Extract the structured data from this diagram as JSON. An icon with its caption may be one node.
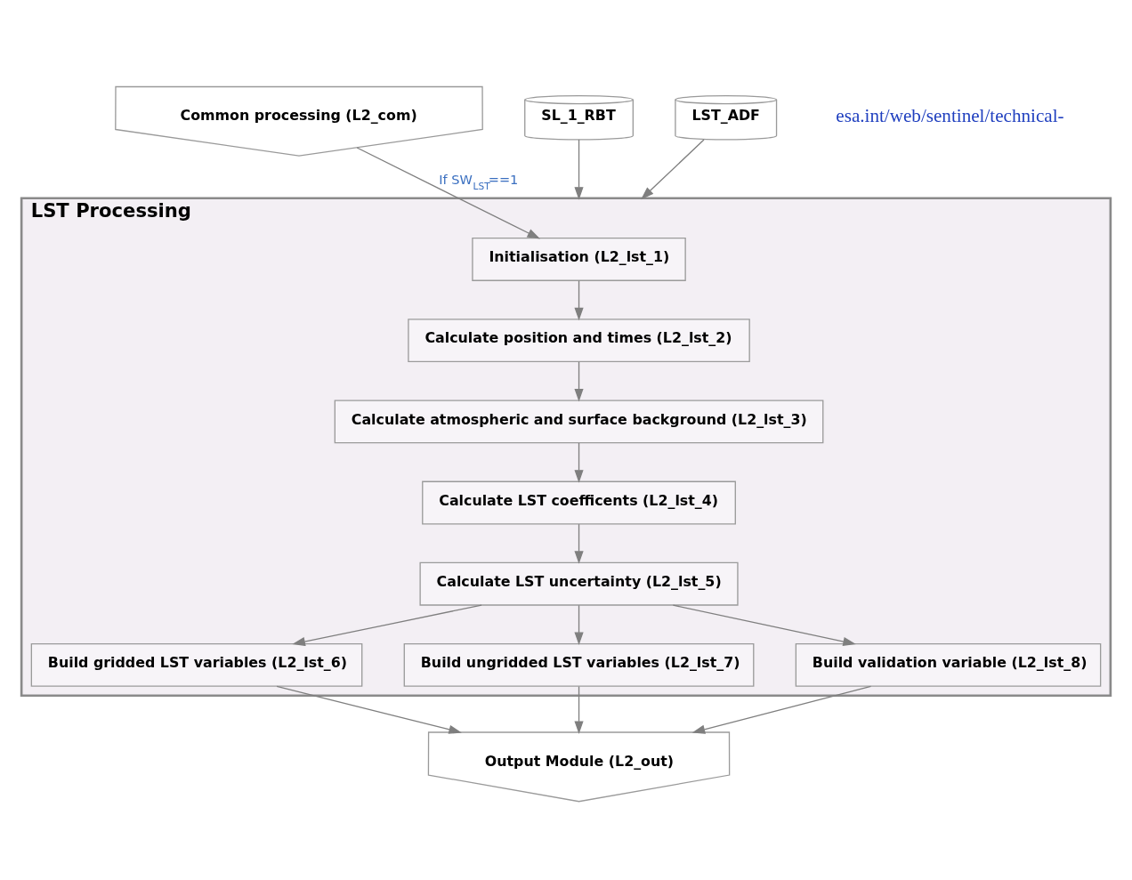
{
  "diagram": {
    "nodes": [
      {
        "text": [
          "Common processing (L2_com)"
        ]
      },
      {
        "text": [
          "LST Processing"
        ]
      },
      {
        "text": [
          "Initialisation (L2_lst_1)"
        ],
        "in": 1
      },
      {
        "text": [
          "Calculate position and times (L2_lst_2)"
        ],
        "in": 1
      },
      {
        "text": [
          "Calculate atmospheric and surface background (L2_lst_3)"
        ],
        "in": 1
      },
      {
        "text": [
          "Calculate LST coefficents (L2_lst_4)"
        ],
        "in": 1
      },
      {
        "text": [
          "Calculate LST uncertainty (L2_lst_5)"
        ],
        "in": 1
      },
      {
        "text": [
          "Build gridded LST variables (L2_lst_6)"
        ],
        "in": 1
      },
      {
        "text": [
          "Build ungridded LST variables (L2_lst_7)"
        ],
        "in": 1
      },
      {
        "text": [
          "Build validation variable (L2_lst_8)"
        ],
        "in": 1
      },
      {
        "text": [
          "Output Module (L2_out)"
        ]
      },
      {
        "text": [
          "SL_1_RBT"
        ]
      },
      {
        "text": [
          "LST_ADF"
        ]
      }
    ],
    "edges": [
      {
        "from": 0,
        "to": 2,
        "arrow": "to",
        "label": "If SW$_{LST}$==1"
      },
      {
        "from": 2,
        "to": 3,
        "arrow": "to"
      },
      {
        "from": 3,
        "to": 4,
        "arrow": "to"
      },
      {
        "from": 4,
        "to": 5,
        "arrow": "to"
      },
      {
        "from": 5,
        "to": 6,
        "arrow": "to"
      },
      {
        "from": 6,
        "to": 7,
        "arrow": "to"
      },
      {
        "from": 6,
        "to": 8,
        "arrow": "to"
      },
      {
        "from": 6,
        "to": 9,
        "arrow": "to"
      },
      {
        "from": 7,
        "to": 10,
        "arrow": "to"
      },
      {
        "from": 8,
        "to": 10,
        "arrow": "to"
      },
      {
        "from": 9,
        "to": 10,
        "arrow": "to"
      },
      {
        "from": 11,
        "to": 1,
        "arrow": "to"
      },
      {
        "from": 12,
        "to": 1,
        "arrow": "to"
      }
    ],
    "labels": [
      "esa.int/web/sentinel/technical-"
    ]
  }
}
